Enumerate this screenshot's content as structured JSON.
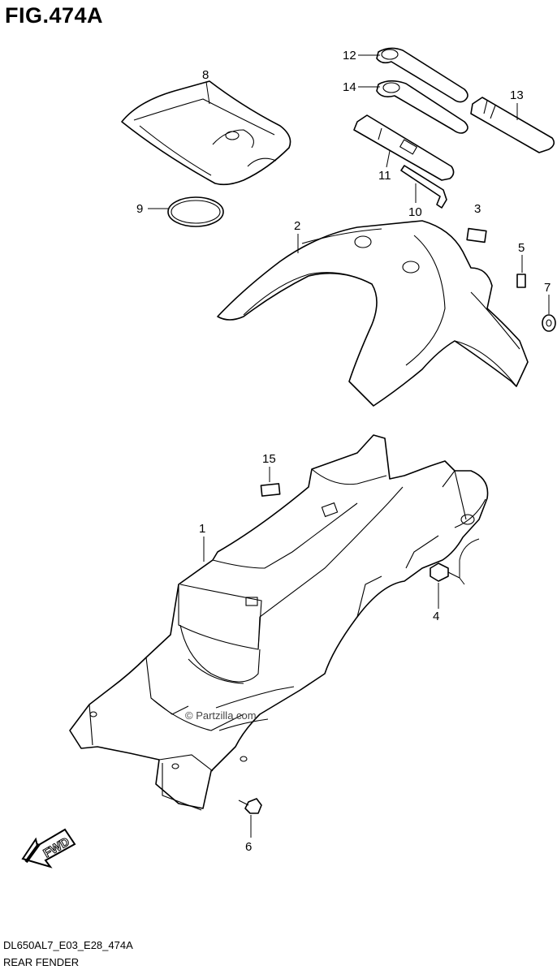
{
  "figure": {
    "title": "FIG.474A",
    "code": "DL650AL7_E03_E28_474A",
    "name": "REAR FENDER",
    "watermark": "© Partzilla.com",
    "fwd_label": "FWD"
  },
  "callouts": {
    "c1": "1",
    "c2": "2",
    "c3": "3",
    "c4": "4",
    "c5": "5",
    "c6": "6",
    "c7": "7",
    "c8": "8",
    "c9": "9",
    "c10": "10",
    "c11": "11",
    "c12": "12",
    "c13": "13",
    "c14": "14",
    "c15": "15"
  }
}
